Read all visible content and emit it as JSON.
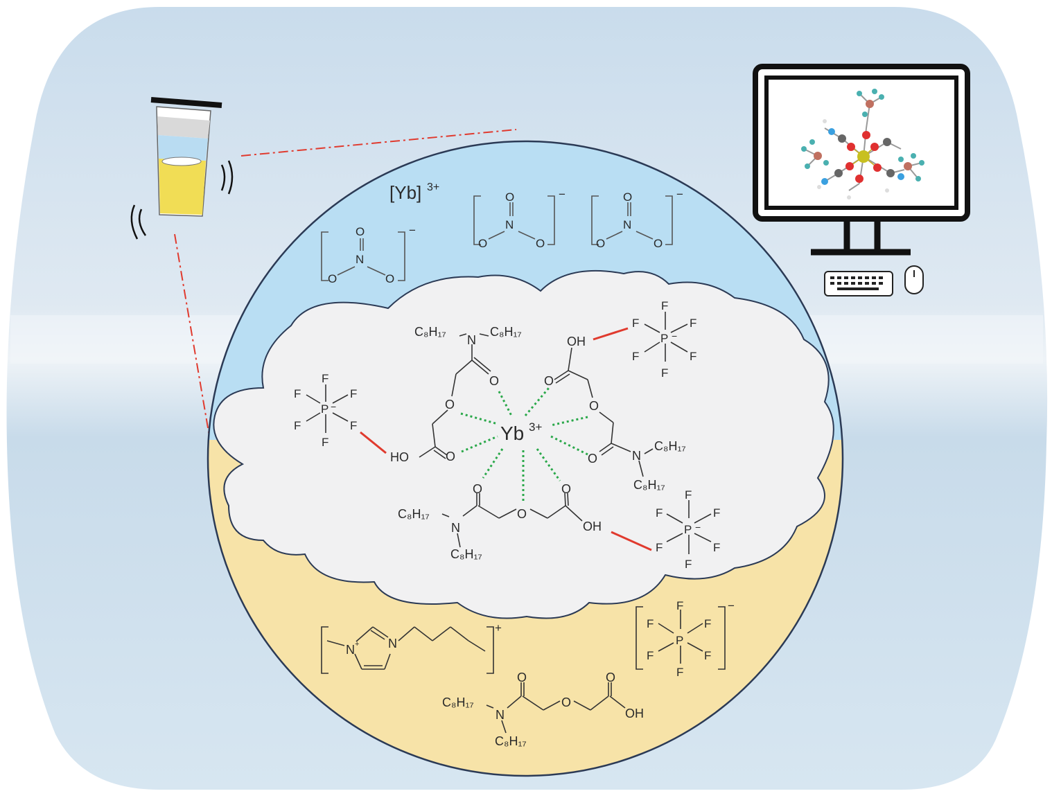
{
  "labels": {
    "yb_bracket": "[Yb]",
    "yb_bracket_charge": "3+",
    "center_ion": "Yb",
    "center_charge": "3+",
    "minus": "−",
    "plus": "+"
  },
  "atoms": {
    "N": "N",
    "O": "O",
    "P": "P",
    "F": "F",
    "OH": "OH",
    "HO": "HO",
    "C8H17": "C₈H₁₇"
  },
  "colors": {
    "background_top": "#cfe0ee",
    "aqueous_phase": "#b9def3",
    "organic_phase": "#f7e3a8",
    "cloud": "#f1f1f2",
    "outline": "#2b3a55",
    "coordination_bond": "#2aa84a",
    "hydrogen_bond": "#e03a2e",
    "zoom_line": "#e03a2e",
    "tube_yellow": "#f1dd55",
    "tube_blue": "#b9dcf2"
  },
  "icons": {
    "tube": "sample-tube-icon",
    "monitor": "computer-monitor-icon",
    "keyboard": "keyboard-icon",
    "mouse": "mouse-icon",
    "molecule": "molecular-model-icon"
  }
}
